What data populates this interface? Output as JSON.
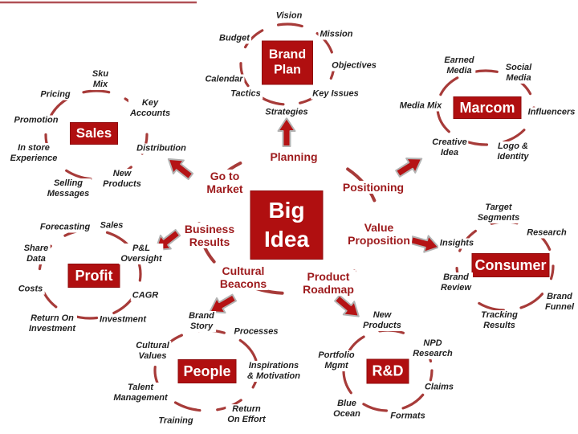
{
  "colors": {
    "hub_red": "#b00f10",
    "spoke_red": "#9d1a1c",
    "arc_red": "#a73b39",
    "arrow_red": "#b51315",
    "arrow_outline": "#b3b3b3",
    "label_ink": "#1f1f1f",
    "topline_red": "#b05055"
  },
  "center": {
    "title": "Big\nIdea",
    "spokes": {
      "planning": "Planning",
      "positioning": "Positioning",
      "value_proposition": "Value\nProposition",
      "product_roadmap": "Product\nRoadmap",
      "cultural_beacons": "Cultural\nBeacons",
      "business_results": "Business\nResults",
      "go_to_market": "Go to\nMarket"
    }
  },
  "clusters": {
    "brand_plan": {
      "title": "Brand\nPlan",
      "satellites": [
        "Vision",
        "Mission",
        "Objectives",
        "Key Issues",
        "Strategies",
        "Tactics",
        "Calendar",
        "Budget"
      ]
    },
    "marcom": {
      "title": "Marcom",
      "satellites": [
        "Earned\nMedia",
        "Social\nMedia",
        "Influencers",
        "Logo &\nIdentity",
        "Creative\nIdea",
        "Media Mix"
      ]
    },
    "sales": {
      "title": "Sales",
      "satellites": [
        "Sku\nMix",
        "Key\nAccounts",
        "Distribution",
        "New\nProducts",
        "Selling\nMessages",
        "In store\nExperience",
        "Promotion",
        "Pricing"
      ]
    },
    "consumer": {
      "title": "Consumer",
      "satellites": [
        "Target\nSegments",
        "Research",
        "Brand\nFunnel",
        "Tracking\nResults",
        "Brand\nReview",
        "Insights"
      ]
    },
    "profit": {
      "title": "Profit",
      "satellites": [
        "Forecasting",
        "Sales",
        "P&L\nOversight",
        "CAGR",
        "Investment",
        "Return On\nInvestment",
        "Costs",
        "Share\nData"
      ]
    },
    "people": {
      "title": "People",
      "satellites": [
        "Brand\nStory",
        "Processes",
        "Inspirations\n& Motivation",
        "Return\nOn Effort",
        "Training",
        "Talent\nManagement",
        "Cultural\nValues"
      ]
    },
    "rnd": {
      "title": "R&D",
      "satellites": [
        "New\nProducts",
        "NPD\nResearch",
        "Claims",
        "Formats",
        "Blue\nOcean",
        "Portfolio\nMgmt"
      ]
    }
  }
}
